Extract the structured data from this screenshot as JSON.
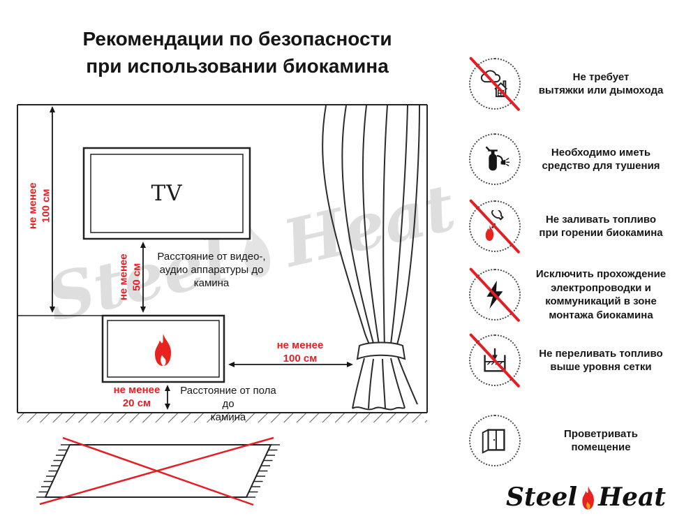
{
  "title": "Рекомендации по безопасности\nпри использовании биокамина",
  "diagram": {
    "tv_label": "TV",
    "dim_left": "не менее\n100 см",
    "dim_middle": "не менее\n50 см",
    "dim_curtain": "не менее\n100 см",
    "dim_floor": "не менее\n20 см",
    "label_av": "Расстояние от видео-,\nаудио аппаратуры до\nкамина",
    "label_floor": "Расстояние от пола до\nкамина"
  },
  "recommendations": [
    {
      "icon": "no-chimney-icon",
      "crossed": true,
      "label": "Не требует\nвытяжки или дымохода"
    },
    {
      "icon": "extinguisher-icon",
      "crossed": false,
      "label": "Необходимо иметь\nсредство для тушения"
    },
    {
      "icon": "no-refuel-while-burning-icon",
      "crossed": true,
      "label": "Не заливать топливо\nпри горении биокамина"
    },
    {
      "icon": "no-wiring-icon",
      "crossed": true,
      "label": "Исключить прохождение\nэлектропроводки и\nкоммуникаций в зоне\nмонтажа биокамина"
    },
    {
      "icon": "no-overfill-icon",
      "crossed": true,
      "label": "Не переливать топливо\nвыше уровня сетки"
    },
    {
      "icon": "ventilate-icon",
      "crossed": false,
      "label": "Проветривать\nпомещение"
    }
  ],
  "watermark": {
    "part1": "Steel",
    "part2": "Heat"
  },
  "logo": {
    "part1": "Steel",
    "part2": "Heat"
  },
  "colors": {
    "accent_red": "#e31e24",
    "ink": "#161616"
  }
}
